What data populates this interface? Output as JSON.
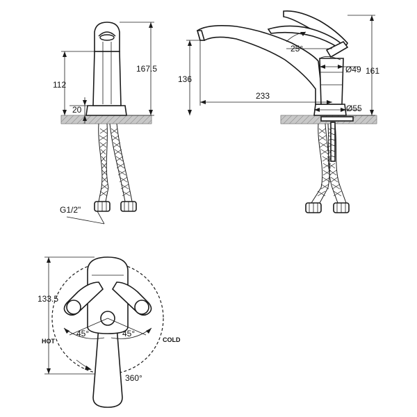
{
  "front_view": {
    "dim_total_height": "167.5",
    "dim_body_height": "112",
    "dim_base_height": "20",
    "dim_thread": "G1/2\""
  },
  "side_view": {
    "dim_spout_height": "136",
    "dim_total_height": "161",
    "dim_reach": "233",
    "dim_lever_angle": "25°",
    "dim_body_diameter": "Ø49",
    "dim_base_diameter": "Ø55"
  },
  "top_view": {
    "dim_depth": "133.5",
    "dim_angle_hot": "45°",
    "dim_angle_cold": "45°",
    "label_hot": "HOT",
    "label_cold": "COLD",
    "dim_rotation": "360°"
  }
}
